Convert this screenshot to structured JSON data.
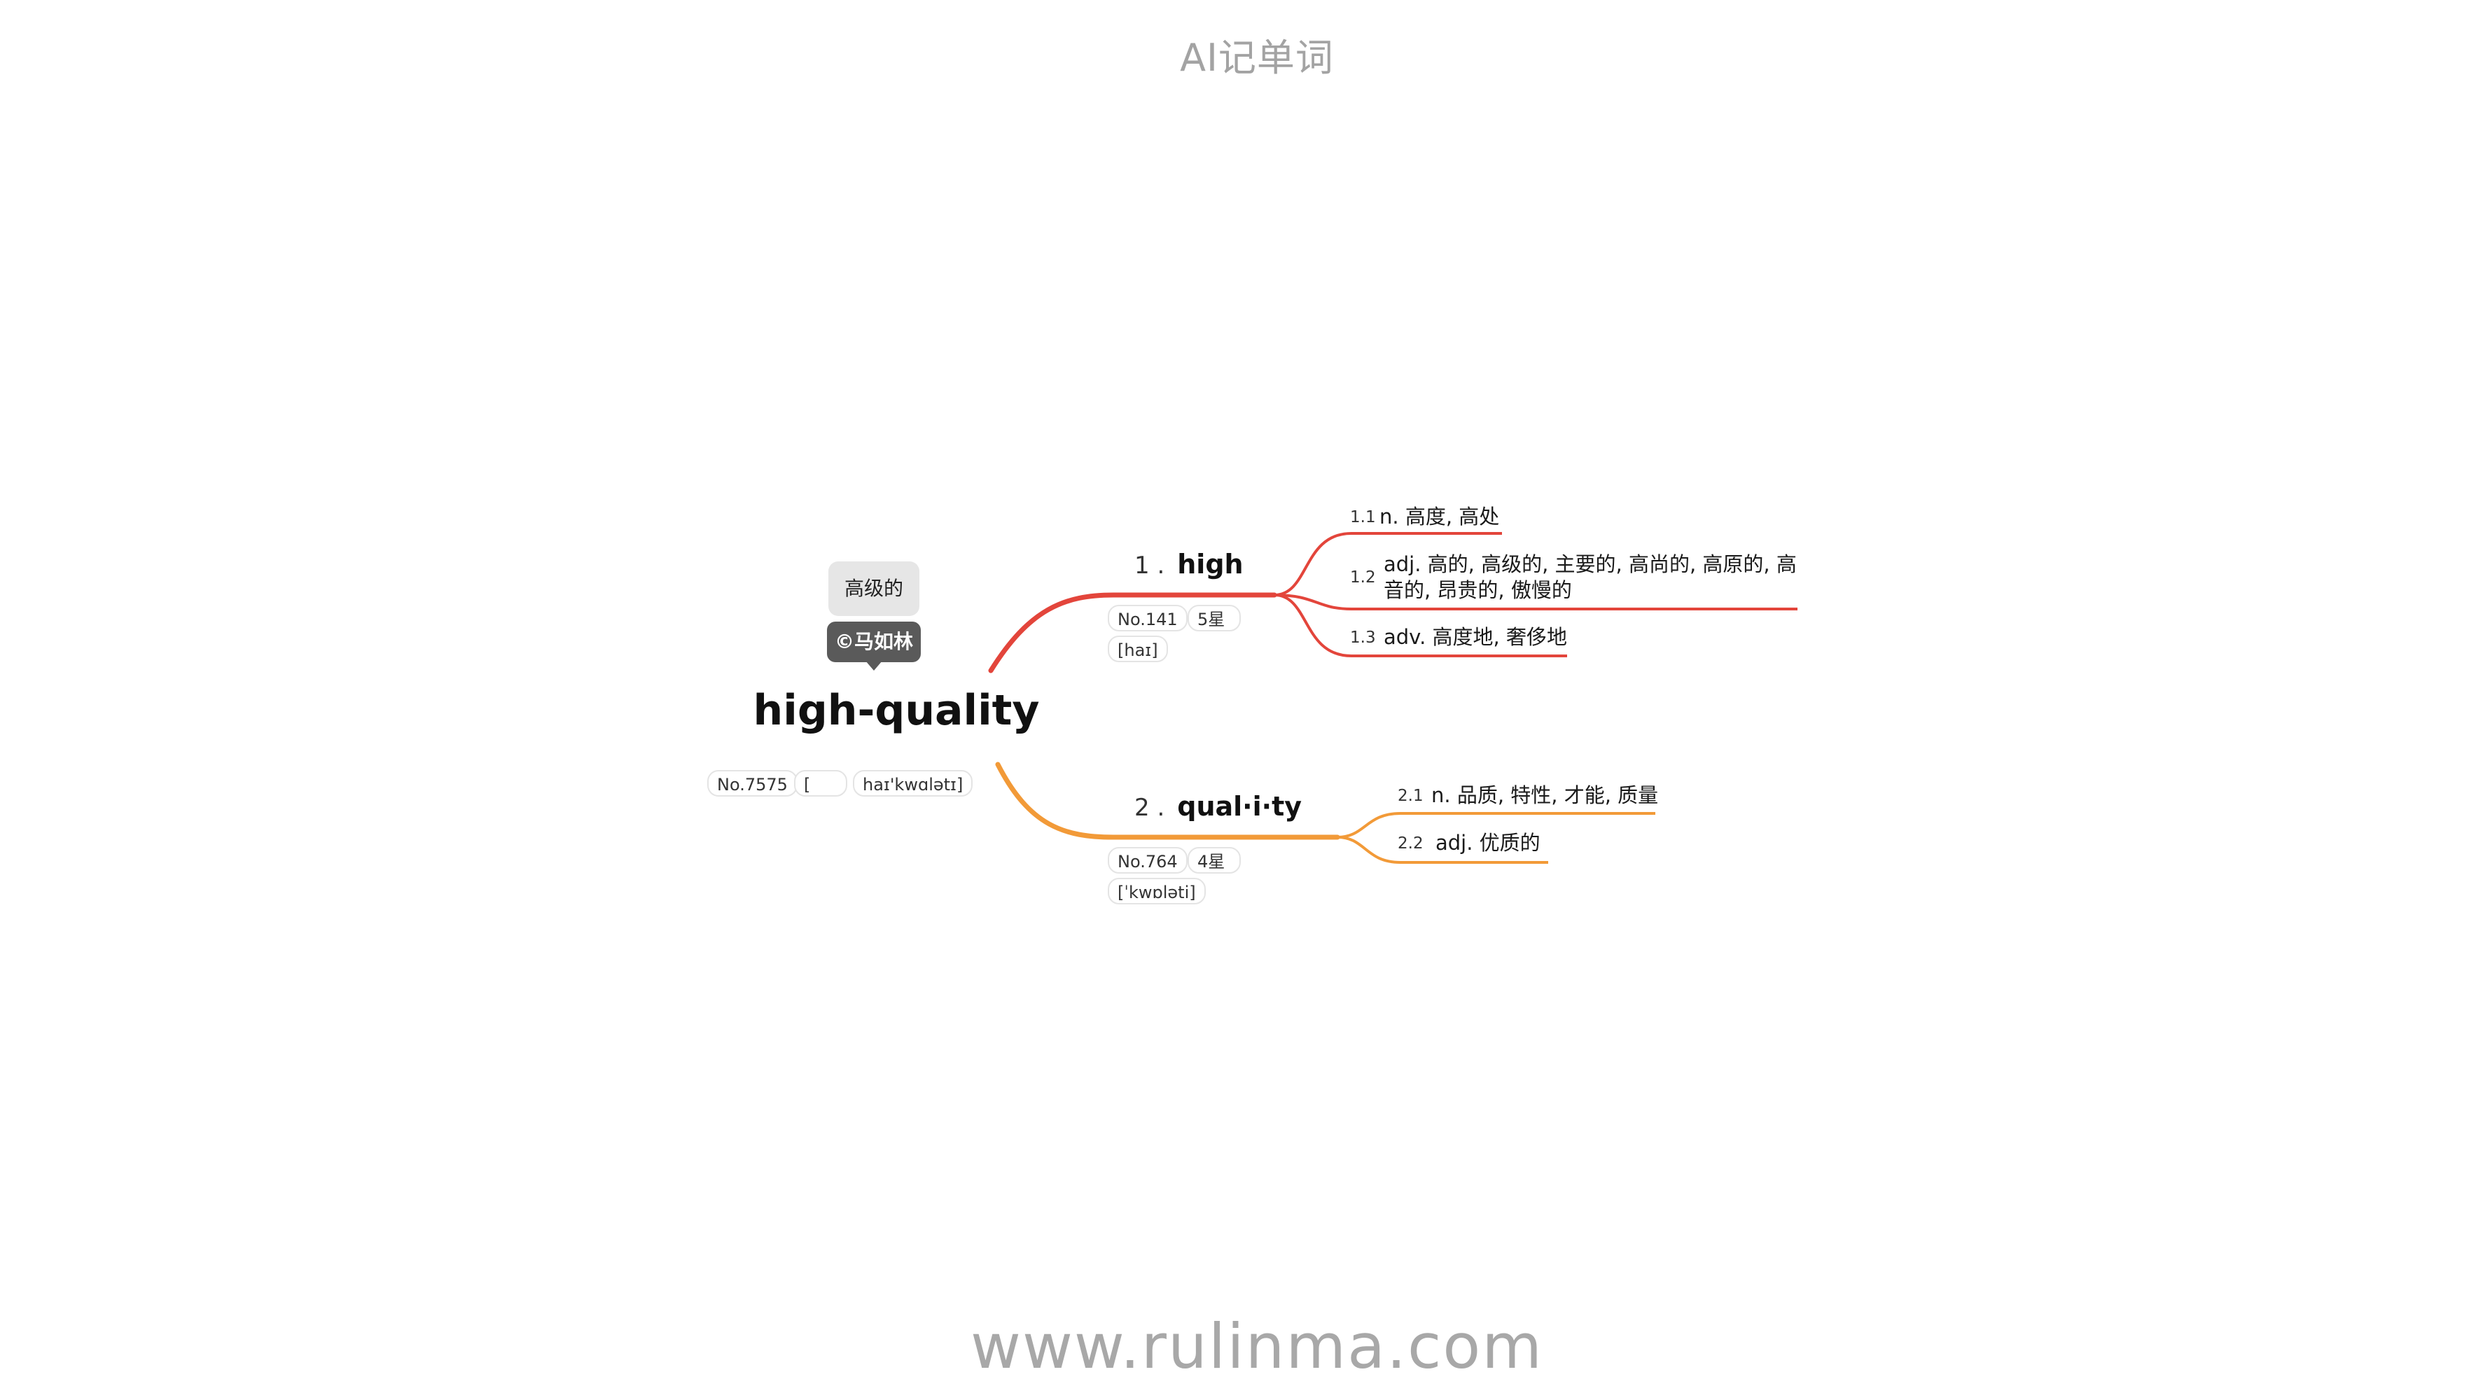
{
  "header": {
    "title": "AI记单词"
  },
  "footer": {
    "url": "www.rulinma.com"
  },
  "central": {
    "word": "high-quality",
    "gloss": "高级的",
    "copyright": "©马如林",
    "badges": [
      "No.7575",
      "[",
      "haɪ'kwɑlətɪ]"
    ]
  },
  "colors": {
    "branch1": "#e3453b",
    "branch2": "#f29a38"
  },
  "branches": [
    {
      "number": "1 .",
      "word": "high",
      "badges": [
        "No.141",
        "5星",
        "[haɪ]"
      ],
      "definitions": [
        {
          "num": "1.1",
          "text": "n. 高度, 高处"
        },
        {
          "num": "1.2",
          "text": "adj. 高的, 高级的, 主要的, 高尚的, 高原的, 高音的, 昂贵的, 傲慢的"
        },
        {
          "num": "1.3",
          "text": "adv. 高度地, 奢侈地"
        }
      ]
    },
    {
      "number": "2 .",
      "word": "qual·i·ty",
      "badges": [
        "No.764",
        "4星",
        "[ˈkwɒləti]"
      ],
      "definitions": [
        {
          "num": "2.1",
          "text": "n. 品质, 特性, 才能, 质量"
        },
        {
          "num": "2.2",
          "text": "adj. 优质的"
        }
      ]
    }
  ]
}
